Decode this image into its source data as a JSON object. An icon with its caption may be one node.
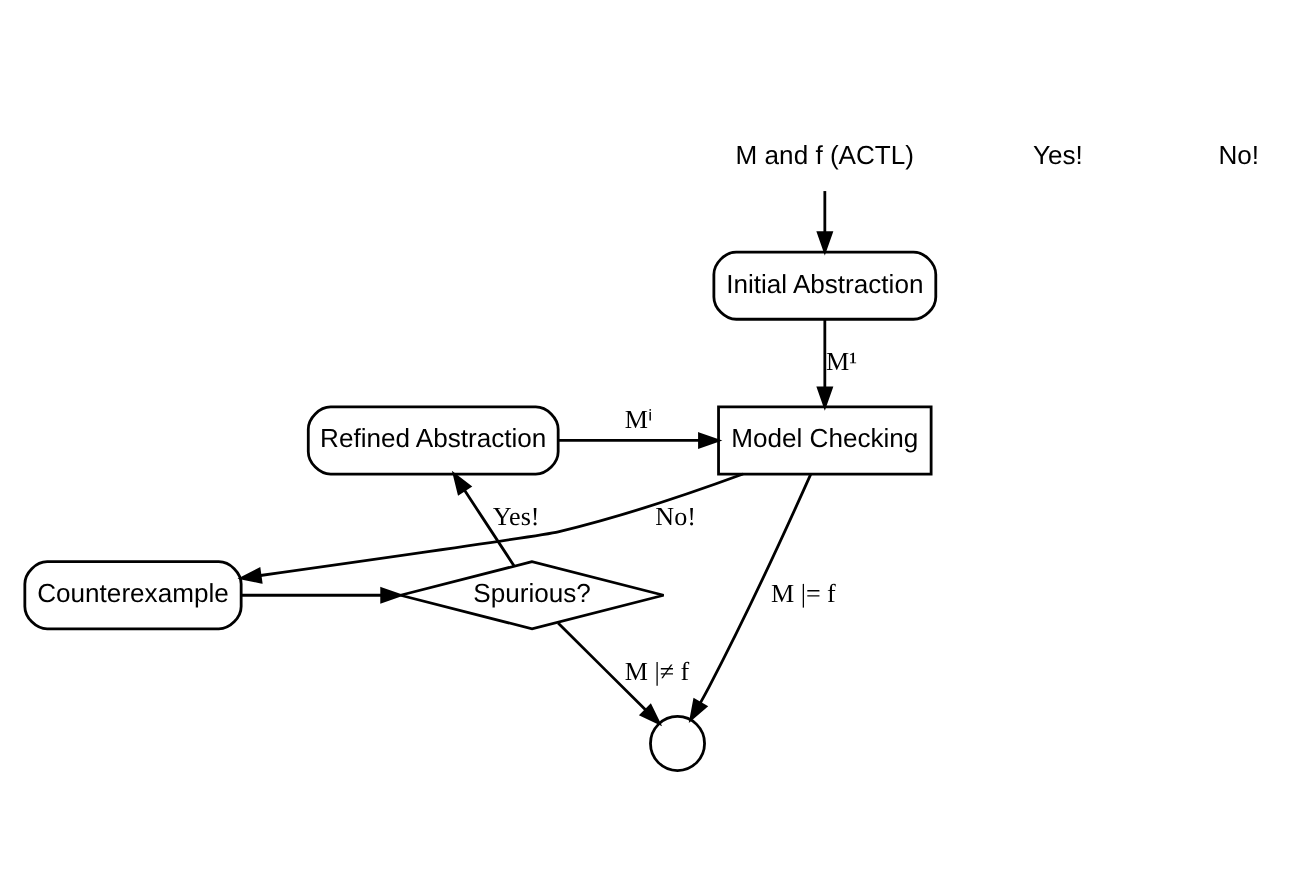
{
  "diagram": {
    "nodes": [
      {
        "text": [
          "M and f (ACTL)"
        ]
      },
      {
        "text": [
          "Initial Abstraction"
        ]
      },
      {
        "text": [
          "Model Checking"
        ]
      },
      {
        "text": [
          "Refined Abstraction"
        ]
      },
      {
        "text": [
          "Counterexample"
        ]
      },
      {
        "text": [
          "Spurious?"
        ]
      },
      {
        "text": [],
        "shape": "circle"
      }
    ],
    "edges": [
      {
        "from": 0,
        "to": 1,
        "arrow": "to"
      },
      {
        "from": 1,
        "to": 2,
        "arrow": "to",
        "label": "M¹"
      },
      {
        "from": 3,
        "to": 2,
        "arrow": "to",
        "label": "Mⁱ"
      },
      {
        "from": 2,
        "to": 4,
        "arrow": "to",
        "label": "No!"
      },
      {
        "from": 4,
        "to": 5,
        "arrow": "to"
      },
      {
        "from": 5,
        "to": 3,
        "arrow": "to",
        "label": "Yes!"
      },
      {
        "from": 2,
        "to": 6,
        "arrow": "to",
        "label": "M |= f"
      },
      {
        "from": 5,
        "to": 6,
        "arrow": "to",
        "label": "M |≠ f"
      }
    ],
    "labels": [
      "Yes!",
      "No!"
    ]
  }
}
